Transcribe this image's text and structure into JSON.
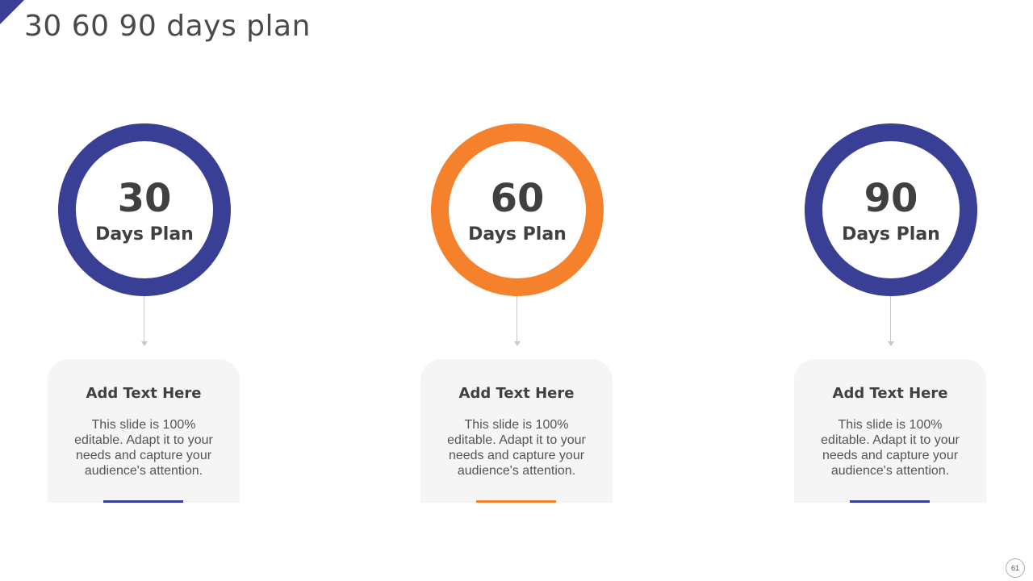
{
  "slide": {
    "title": "30 60 90 days plan",
    "page_number": "61",
    "colors": {
      "primary": "#3a3f96",
      "accent": "#f5812c",
      "card_bg": "#f5f5f5",
      "text": "#404040"
    }
  },
  "plans": [
    {
      "number": "30",
      "label": "Days Plan",
      "card_title": "Add Text Here",
      "card_body": "This slide is 100% editable. Adapt it to your needs and capture your audience's attention.",
      "color": "#3a3f96"
    },
    {
      "number": "60",
      "label": "Days Plan",
      "card_title": "Add Text Here",
      "card_body": "This slide is 100% editable. Adapt it to your needs and capture your audience's attention.",
      "color": "#f5812c"
    },
    {
      "number": "90",
      "label": "Days Plan",
      "card_title": "Add Text Here",
      "card_body": "This slide is 100% editable. Adapt it to your needs and capture your audience's attention.",
      "color": "#3a3f96"
    }
  ]
}
